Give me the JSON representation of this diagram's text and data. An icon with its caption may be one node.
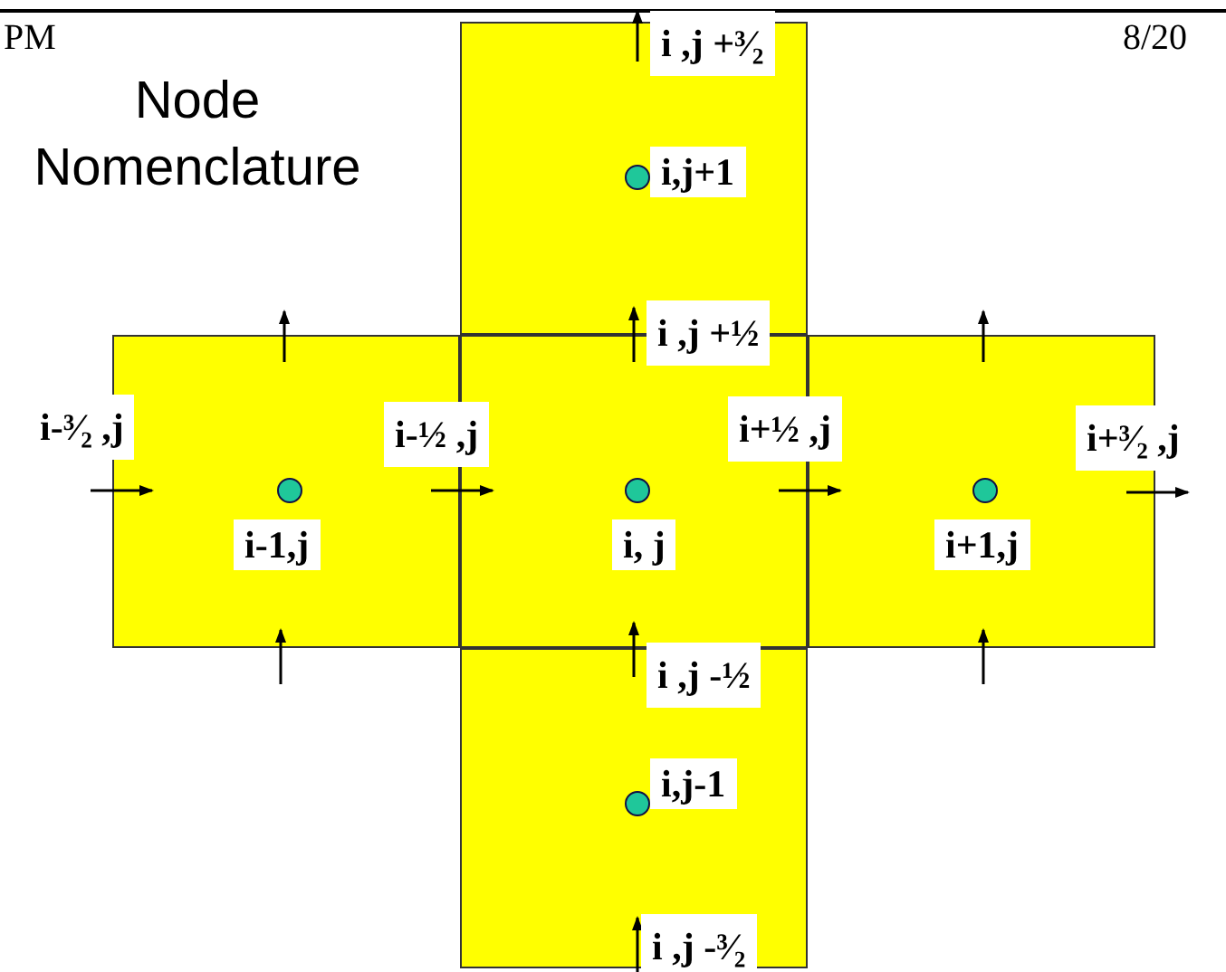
{
  "diagram": {
    "title": "Node Nomenclature",
    "nodes": [
      {
        "text": [
          "i,j+1"
        ]
      },
      {
        "text": [
          "i-1,j"
        ]
      },
      {
        "text": [
          "i, j"
        ]
      },
      {
        "text": [
          "i+1,j"
        ]
      },
      {
        "text": [
          "i,j-1"
        ]
      }
    ],
    "edges": [
      {
        "from": 1,
        "to": 2,
        "arrow": "to"
      },
      {
        "from": 2,
        "to": 3,
        "arrow": "to"
      },
      {
        "from": 4,
        "to": 2,
        "arrow": "to"
      },
      {
        "from": 2,
        "to": 0,
        "arrow": "to"
      }
    ],
    "labels": [
      "PM",
      "i ,j +³⁄₂",
      "8/20",
      "i ,j +½",
      "i-³⁄₂ ,j",
      "i-½ ,j",
      "i+½ ,j",
      "i+³⁄₂ ,j",
      "i ,j -½",
      "i ,j -³⁄₂"
    ]
  }
}
